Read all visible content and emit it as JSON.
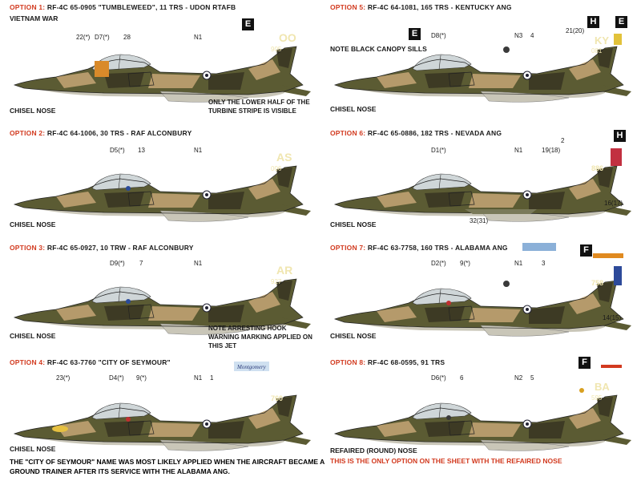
{
  "options": [
    {
      "label": "OPTION 1:",
      "title": "RF-4C 65-0905 \"TUMBLEWEED\", 11 TRS - UDON RTAFB",
      "subtitle": "VIETNAM WAR",
      "nose": "CHISEL NOSE",
      "badge": "E",
      "tail_code": "OO",
      "serial": "905",
      "callouts": [
        "22(*)",
        "D7(*)",
        "28",
        "N1"
      ],
      "note": "ONLY THE LOWER HALF OF THE TURBINE STRIPE IS VISIBLE"
    },
    {
      "label": "OPTION 2:",
      "title": "RF-4C 64-1006, 30 TRS - RAF ALCONBURY",
      "nose": "CHISEL NOSE",
      "tail_code": "AS",
      "serial": "006",
      "callouts": [
        "D5(*)",
        "13",
        "N1"
      ]
    },
    {
      "label": "OPTION 3:",
      "title": "RF-4C 65-0927, 10 TRW - RAF ALCONBURY",
      "nose": "CHISEL NOSE",
      "tail_code": "AR",
      "serial": "927",
      "callouts": [
        "D9(*)",
        "7",
        "N1"
      ],
      "note": "NOTE ARRESTING HOOK WARNING MARKING APPLIED ON THIS JET"
    },
    {
      "label": "OPTION 4:",
      "title": "RF-4C 63-7760 \"CITY OF SEYMOUR\"",
      "nose": "CHISEL NOSE",
      "serial": "760",
      "callouts": [
        "23(*)",
        "D4(*)",
        "9(*)",
        "N1",
        "1"
      ],
      "nose_art": "Montgomery"
    },
    {
      "label": "OPTION 5:",
      "title": "RF-4C 64-1081, 165 TRS - KENTUCKY ANG",
      "subtitle": "NOTE BLACK CANOPY SILLS",
      "nose": "CHISEL NOSE",
      "badges": [
        "E",
        "H",
        "E"
      ],
      "tail_code": "KY",
      "serial": "081",
      "callouts": [
        "D8(*)",
        "N3",
        "4",
        "21(20)"
      ]
    },
    {
      "label": "OPTION 6:",
      "title": "RF-4C 65-0886, 182 TRS - NEVADA ANG",
      "nose": "CHISEL NOSE",
      "badge": "H",
      "serial": "886",
      "callouts": [
        "D1(*)",
        "N1",
        "19(18)",
        "2",
        "16(17)",
        "32(31)"
      ]
    },
    {
      "label": "OPTION 7:",
      "title": "RF-4C 63-7758, 160 TRS - ALABAMA ANG",
      "nose": "CHISEL NOSE",
      "badge": "F",
      "serial": "758",
      "callouts": [
        "D2(*)",
        "9(*)",
        "N1",
        "3",
        "14(15)"
      ]
    },
    {
      "label": "OPTION 8:",
      "title": "RF-4C 68-0595, 91 TRS",
      "nose": "REFAIRED (ROUND) NOSE",
      "badge": "F",
      "tail_code": "BA",
      "serial": "595",
      "callouts": [
        "D6(*)",
        "6",
        "N2",
        "5"
      ]
    }
  ],
  "bottom_note": "THE \"CITY OF SEYMOUR\" NAME WAS MOST LIKELY APPLIED WHEN THE AIRCRAFT BECAME A GROUND TRAINER AFTER ITS SERVICE WITH THE ALABAMA ANG.",
  "red_note": "THIS IS THE ONLY OPTION ON THE SHEET WITH THE REFAIRED NOSE",
  "colors": {
    "camo_green": "#5b5b33",
    "camo_dark": "#3d3a24",
    "camo_tan": "#b59a6b",
    "underside": "#c9c6b8",
    "option_red": "#d23a1f"
  }
}
